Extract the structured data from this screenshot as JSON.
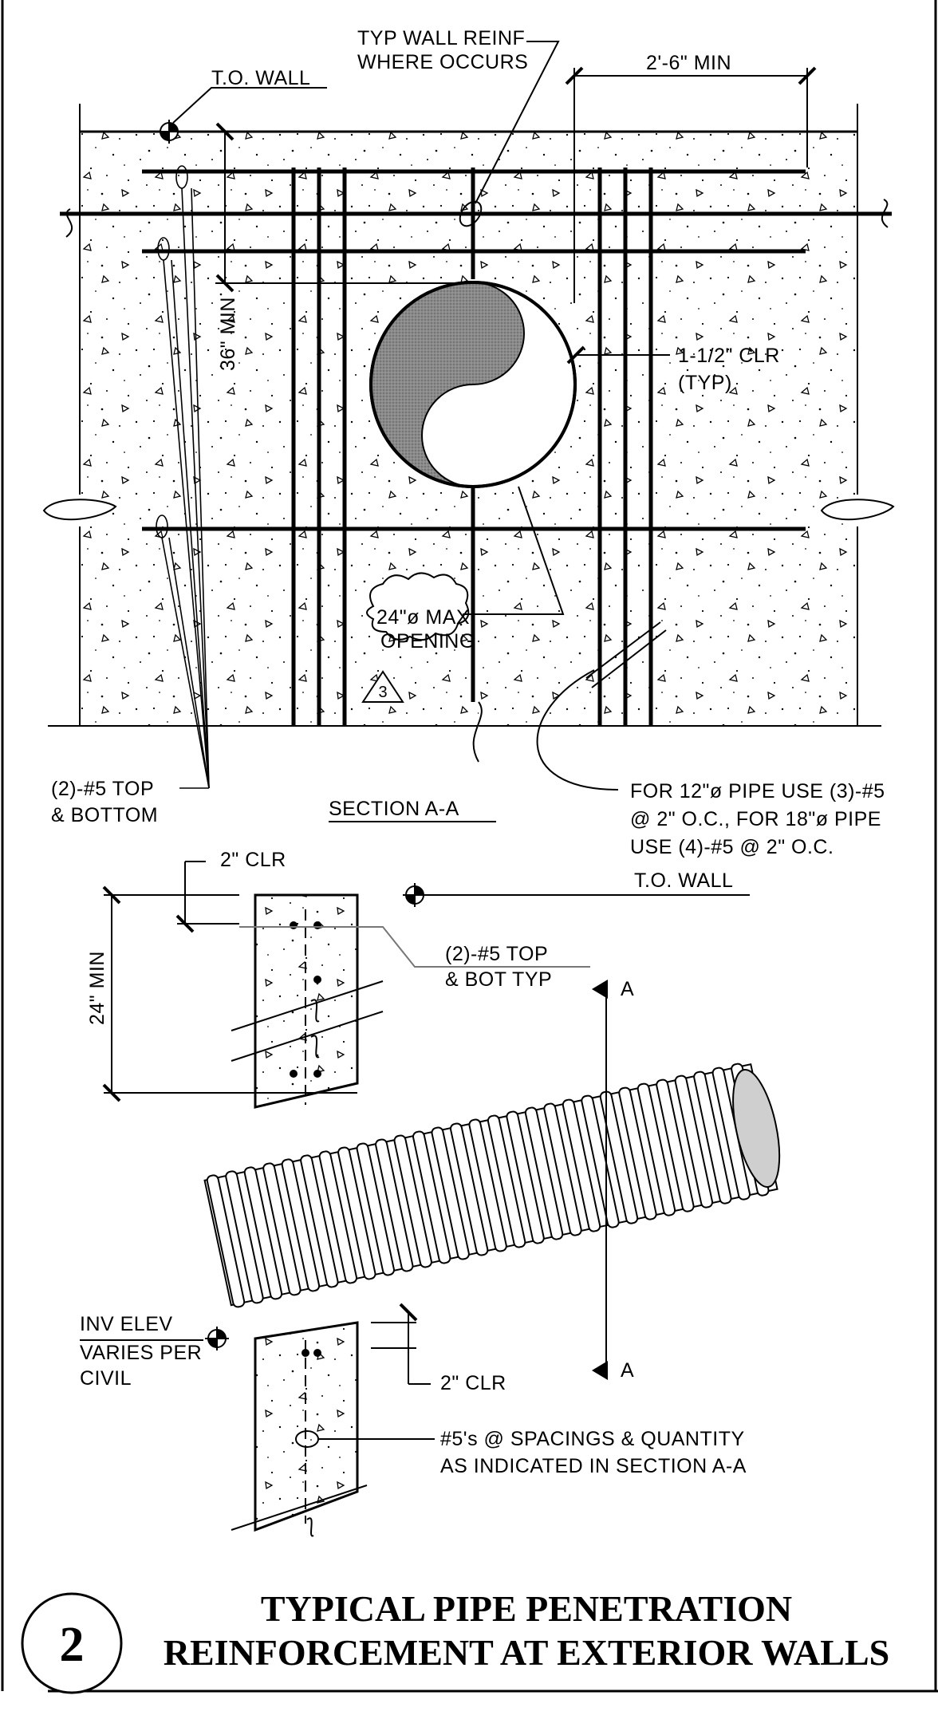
{
  "section": {
    "title": "SECTION A-A",
    "t_o_wall": "T.O. WALL",
    "typ_wall_reinf_line1": "TYP WALL REINF",
    "typ_wall_reinf_line2": "WHERE OCCURS",
    "dim_2_6_min": "2'-6\" MIN",
    "dim_36_min": "36\" MIN",
    "clr_line1": "1-1/2\" CLR",
    "clr_line2": "(TYP)",
    "opening_line1": "24\"ø MAX",
    "opening_line2": "OPENING",
    "revision_mark": "3",
    "bars_note_line1": "(2)-#5 TOP",
    "bars_note_line2": "& BOTTOM",
    "pipe_note_line1": "FOR 12\"ø PIPE USE (3)-#5",
    "pipe_note_line2": "@ 2\" O.C., FOR 18\"ø PIPE",
    "pipe_note_line3": "USE (4)-#5 @ 2\" O.C."
  },
  "elevation": {
    "clr_top": "2\" CLR",
    "t_o_wall": "T.O. WALL",
    "bars_note_line1": "(2)-#5 TOP",
    "bars_note_line2": "& BOT TYP",
    "dim_24_min": "24\" MIN",
    "cut_a_top": "A",
    "cut_a_bottom": "A",
    "inv_line1": "INV ELEV",
    "inv_line2": "VARIES PER",
    "inv_line3": "CIVIL",
    "clr_bottom": "2\" CLR",
    "spacing_line1": "#5's @ SPACINGS & QUANTITY",
    "spacing_line2": "AS INDICATED IN SECTION A-A"
  },
  "detail": {
    "number": "2",
    "title_line1": "TYPICAL PIPE PENETRATION",
    "title_line2": "REINFORCEMENT AT EXTERIOR WALLS"
  }
}
